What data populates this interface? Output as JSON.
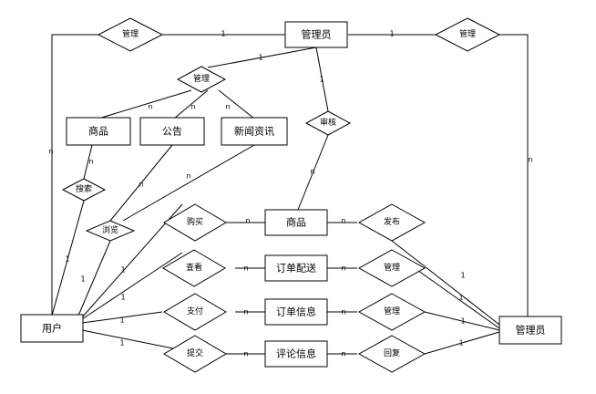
{
  "entities": {
    "admin_top": "管理员",
    "goods_left": "商品",
    "notice": "公告",
    "news": "新闻资讯",
    "user": "用户",
    "goods_mid": "商品",
    "delivery": "订单配送",
    "order_info": "订单信息",
    "review_info": "评论信息",
    "admin_right": "管理员"
  },
  "relationships": {
    "manage_top_left": "管理",
    "manage_top_right": "管理",
    "manage_mid": "管理",
    "audit": "审核",
    "search": "搜索",
    "browse": "浏览",
    "buy": "购买",
    "view": "查看",
    "pay": "支付",
    "submit": "提交",
    "publish": "发布",
    "manage_delivery": "管理",
    "manage_order": "管理",
    "reply": "回复"
  },
  "cardinality": {
    "one": "1",
    "many": "n"
  }
}
